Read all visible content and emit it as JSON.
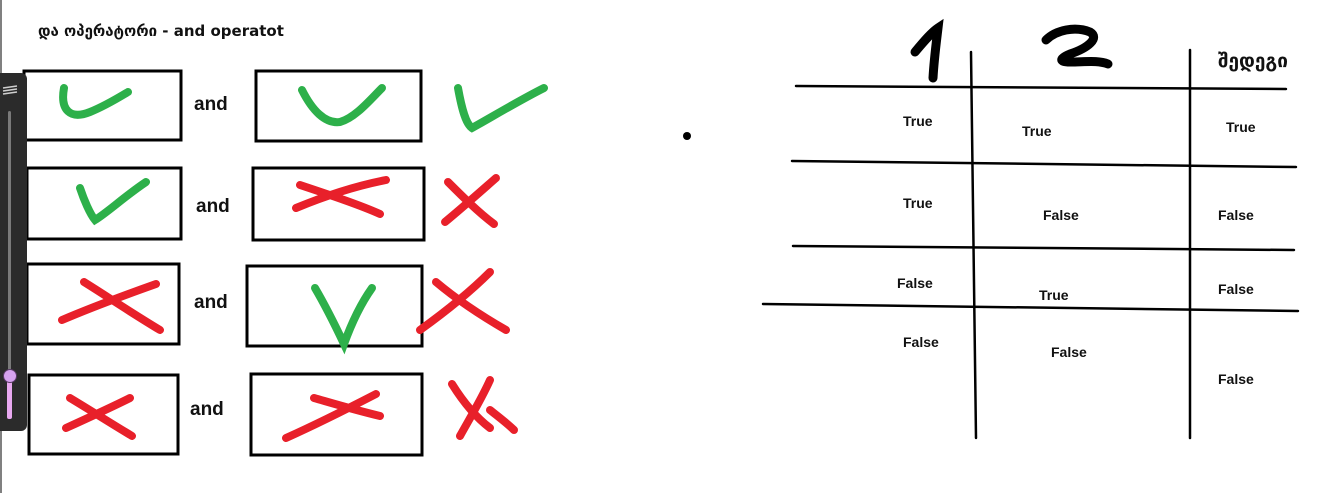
{
  "title": "და ოპერატორი - and operatot",
  "rows": [
    {
      "and_label": "and"
    },
    {
      "and_label": "and"
    },
    {
      "and_label": "and"
    },
    {
      "and_label": "and"
    }
  ],
  "table": {
    "header_result": "შედეგი",
    "rows": [
      {
        "a": "True",
        "b": "True",
        "result": "True"
      },
      {
        "a": "True",
        "b": "False",
        "result": "False"
      },
      {
        "a": "False",
        "b": "True",
        "result": "False"
      },
      {
        "a": "False",
        "b": "False",
        "result": "False"
      }
    ]
  },
  "colors": {
    "check": "#2db04a",
    "cross": "#e8202a",
    "ink": "#000000"
  },
  "icons": [
    "checkmark-icon",
    "cross-icon",
    "pen-slider-icon"
  ]
}
